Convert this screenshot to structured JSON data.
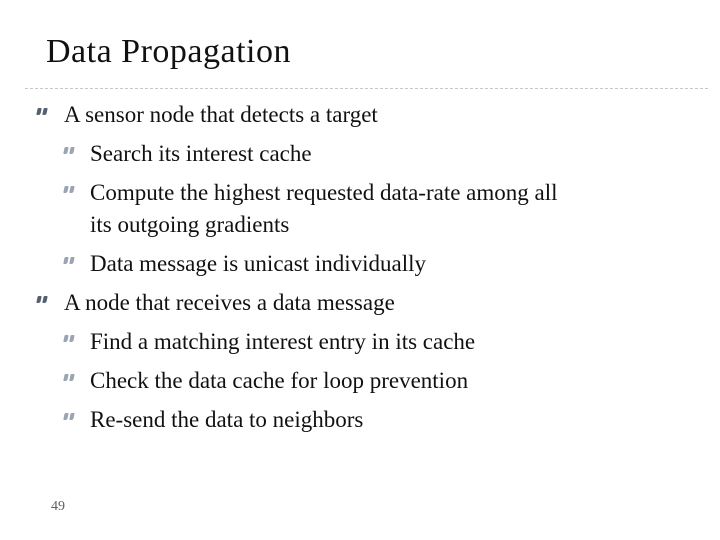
{
  "slide": {
    "title": "Data Propagation",
    "page_number": "49",
    "bullets": [
      {
        "level": 1,
        "text": "A sensor node that detects a target"
      },
      {
        "level": 2,
        "text": "Search its interest cache"
      },
      {
        "level": 2,
        "text": "Compute the highest requested data-rate among all\nits outgoing gradients"
      },
      {
        "level": 2,
        "text": "Data message is unicast individually"
      },
      {
        "level": 1,
        "text": "A node that receives a data message"
      },
      {
        "level": 2,
        "text": "Find a matching interest entry in its cache"
      },
      {
        "level": 2,
        "text": "Check the data cache for loop prevention"
      },
      {
        "level": 2,
        "text": "Re-send the data to neighbors"
      }
    ],
    "colors": {
      "text": "#111111",
      "bullet_level1": "#566070",
      "bullet_level2": "#9aa4b2",
      "divider": "#c5c7ca",
      "page_number": "#5f5f5f"
    }
  }
}
